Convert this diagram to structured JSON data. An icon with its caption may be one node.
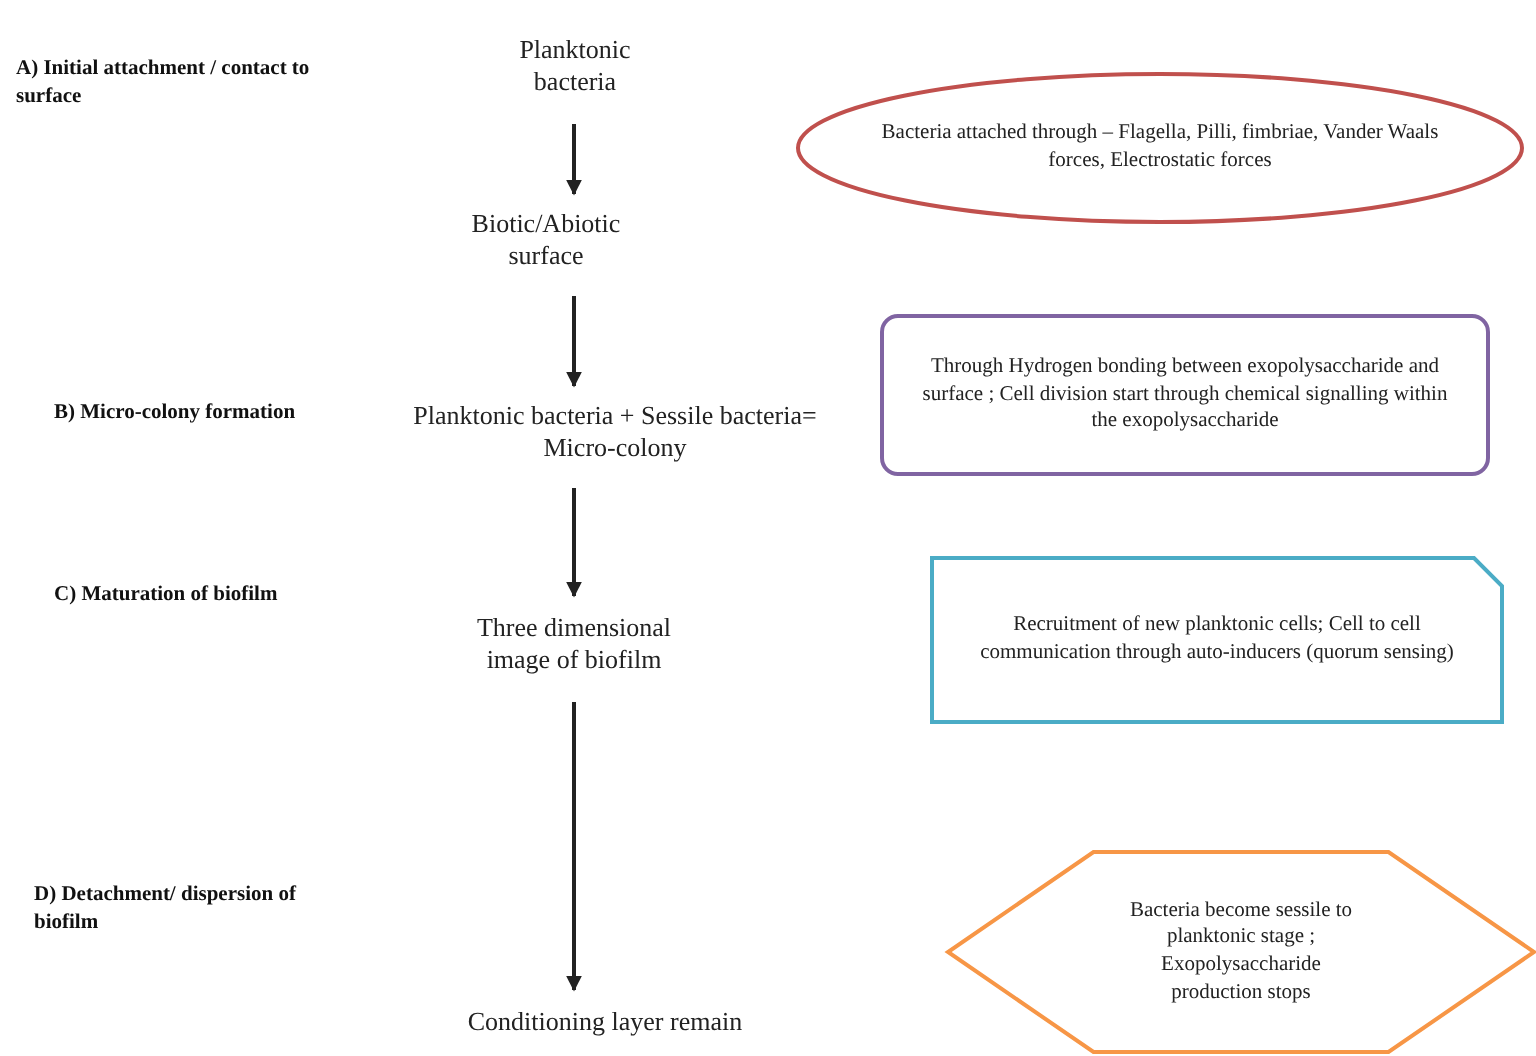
{
  "diagram": {
    "nodes": [
      {
        "text": [
          "Planktonic bacteria"
        ]
      },
      {
        "text": [
          "Biotic/Abiotic surface"
        ]
      },
      {
        "text": [
          "Planktonic bacteria + Sessile bacteria= Micro-colony"
        ]
      },
      {
        "text": [
          "Three dimensional image of biofilm"
        ]
      },
      {
        "text": [
          "Conditioning layer remain"
        ]
      },
      {
        "text": [
          "Bacteria attached through – Flagella, Pilli, fimbriae, Vander Waals forces, Electrostatic forces"
        ]
      },
      {
        "text": [
          "Through Hydrogen bonding between exopolysaccharide and surface ;  Cell division start through chemical signalling within the exopolysaccharide"
        ]
      },
      {
        "text": [
          "Recruitment of new planktonic cells;  Cell to cell communication through auto-inducers (quorum sensing)"
        ]
      },
      {
        "text": [
          "Bacteria become sessile to planktonic stage ; Exopolysaccharide production stops"
        ]
      }
    ],
    "edges": [
      {
        "from": 0,
        "to": 1,
        "arrow": "to"
      },
      {
        "from": 1,
        "to": 2,
        "arrow": "to"
      },
      {
        "from": 2,
        "to": 3,
        "arrow": "to"
      },
      {
        "from": 3,
        "to": 4,
        "arrow": "to"
      }
    ],
    "labels": [
      "A) Initial attachment / contact to surface",
      "B) Micro-colony formation",
      "C) Maturation of biofilm",
      "D) Detachment/ dispersion of biofilm"
    ]
  }
}
